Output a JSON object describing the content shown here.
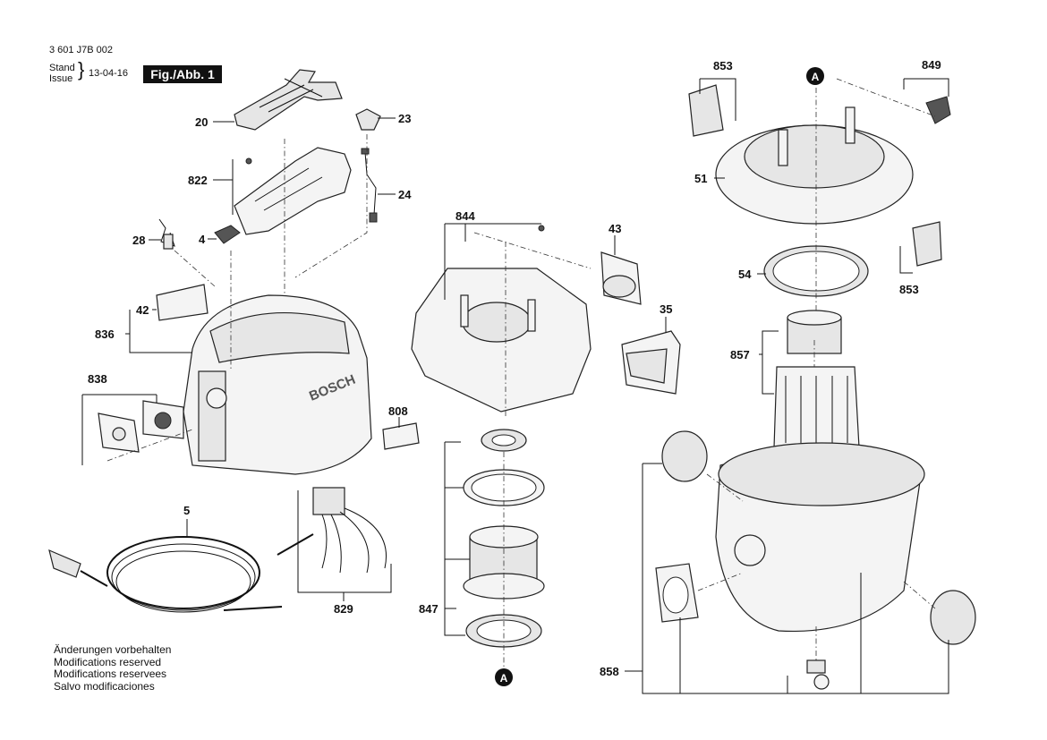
{
  "header": {
    "doc_number": "3 601 J7B 002",
    "stand_label": "Stand",
    "issue_label": "Issue",
    "date": "13-04-16",
    "figure_label": "Fig./Abb. 1"
  },
  "notes": [
    "Änderungen vorbehalten",
    "Modifications reserved",
    "Modifications reservees",
    "Salvo modificaciones"
  ],
  "part_labels": {
    "p20": "20",
    "p23": "23",
    "p822": "822",
    "p24": "24",
    "p28": "28",
    "p4": "4",
    "p42": "42",
    "p836": "836",
    "p838": "838",
    "p808": "808",
    "p5": "5",
    "p829": "829",
    "p844": "844",
    "p43": "43",
    "p35": "35",
    "p847": "847",
    "p853a": "853",
    "p849": "849",
    "p51": "51",
    "p54": "54",
    "p853b": "853",
    "p857": "857",
    "p858": "858"
  },
  "reference_marks": {
    "top": "A",
    "bottom": "A"
  },
  "brand_mark": "BOSCH"
}
